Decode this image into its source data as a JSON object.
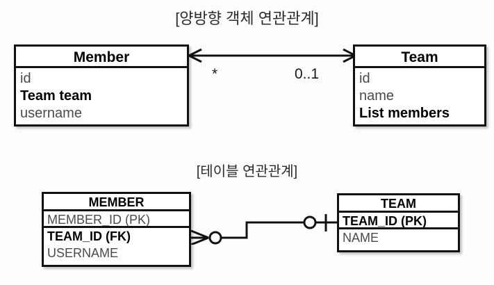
{
  "diagram": {
    "background_color": "#fdfdfd",
    "line_color": "#111111",
    "text_color": "#000000",
    "muted_text_color": "#4a4a4a"
  },
  "object_section": {
    "title": "[양방향 객체 연관관계]",
    "classes": [
      {
        "name": "Member",
        "attributes": [
          {
            "label": "id",
            "bold": false
          },
          {
            "label": "Team team",
            "bold": true
          },
          {
            "label": "username",
            "bold": false
          }
        ]
      },
      {
        "name": "Team",
        "attributes": [
          {
            "label": "id",
            "bold": false
          },
          {
            "label": "name",
            "bold": false
          },
          {
            "label": "List members",
            "bold": true
          }
        ]
      }
    ],
    "association": {
      "style": "bidirectional-open-arrow",
      "source_multiplicity": "*",
      "target_multiplicity": "0..1"
    }
  },
  "table_section": {
    "title": "[테이블 연관관계]",
    "tables": [
      {
        "name": "MEMBER",
        "columns": [
          {
            "label": "MEMBER_ID (PK)",
            "bold": false,
            "separator": true
          },
          {
            "label": "TEAM_ID (FK)",
            "bold": true,
            "separator": false
          },
          {
            "label": "USERNAME",
            "bold": false,
            "separator": false
          }
        ]
      },
      {
        "name": "TEAM",
        "columns": [
          {
            "label": "TEAM_ID (PK)",
            "bold": true,
            "separator": true
          },
          {
            "label": "NAME",
            "bold": false,
            "separator": false
          }
        ]
      }
    ],
    "relationship": {
      "left_notation": "crows-foot-zero-or-many",
      "right_notation": "one-and-only-one-optional"
    }
  }
}
